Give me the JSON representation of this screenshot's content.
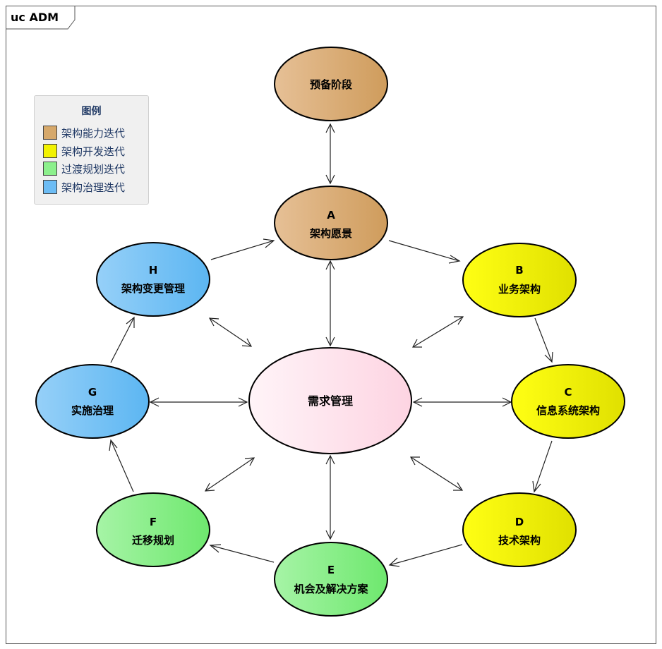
{
  "diagram": {
    "frame_label": "uc ADM",
    "legend": {
      "title": "图例",
      "items": [
        {
          "label": "架构能力迭代",
          "color": "#d6a86a"
        },
        {
          "label": "架构开发迭代",
          "color": "#f2f200"
        },
        {
          "label": "过渡规划迭代",
          "color": "#8cf08c"
        },
        {
          "label": "架构治理迭代",
          "color": "#6cbcf4"
        }
      ]
    },
    "nodes": {
      "prelim": {
        "label": "预备阶段"
      },
      "a": {
        "letter": "A",
        "label": "架构愿景"
      },
      "b": {
        "letter": "B",
        "label": "业务架构"
      },
      "c": {
        "letter": "C",
        "label": "信息系统架构"
      },
      "d": {
        "letter": "D",
        "label": "技术架构"
      },
      "e": {
        "letter": "E",
        "label": "机会及解决方案"
      },
      "f": {
        "letter": "F",
        "label": "迁移规划"
      },
      "g": {
        "letter": "G",
        "label": "实施治理"
      },
      "h": {
        "letter": "H",
        "label": "架构变更管理"
      },
      "req": {
        "label": "需求管理"
      }
    }
  }
}
